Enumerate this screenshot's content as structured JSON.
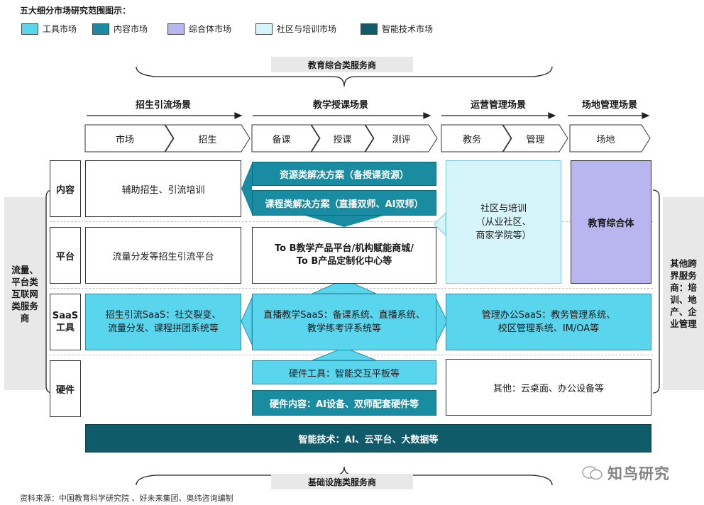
{
  "title": "五大细分市场研究范围图示：",
  "legend": [
    {
      "label": "工具市场",
      "color": "#5ad5ee"
    },
    {
      "label": "内容市场",
      "color": "#1a8ca1"
    },
    {
      "label": "综合体市场",
      "color": "#b8b5ef"
    },
    {
      "label": "社区与培训市场",
      "color": "#d6f5fb"
    },
    {
      "label": "智能技术市场",
      "color": "#0f5b6a"
    }
  ],
  "top_provider": "教育综合类服务商",
  "bottom_provider": "基础设施类服务商",
  "scenes": [
    "招生引流场景",
    "教学授课场景",
    "运营管理场景",
    "场地管理场景"
  ],
  "stages": [
    "市场",
    "招生",
    "备课",
    "授课",
    "测评",
    "教务",
    "管理",
    "场地"
  ],
  "rows": [
    "内容",
    "平台",
    "SaaS\n工具",
    "硬件"
  ],
  "cells": {
    "content_left": "辅助招生、引流培训",
    "content_res": "资源类解决方案（备授课资源）",
    "content_course": "课程类解决方案（直播双师、AI双师）",
    "community": "社区与培训\n（从业社区、\n商家学院等）",
    "complex": "教育综合体",
    "platform_left": "流量分发等招生引流平台",
    "platform_mid": "To B教学产品平台/机构赋能商城/\nTo B产品定制化中心等",
    "saas_left": "招生引流SaaS：社交裂变、\n流量分发、课程拼团系统等",
    "saas_mid": "直播教学SaaS：备课系统、直播系统、\n教学练考评系统等",
    "saas_right": "管理办公SaaS：教务管理系统、\n校区管理系统、IM/OA等",
    "hw_tool": "硬件工具：智能交互平板等",
    "hw_content": "硬件内容：AI设备、双师配套硬件等",
    "hw_other": "其他：云桌面、办公设备等",
    "tech": "智能技术：AI、云平台、大数据等"
  },
  "side_left": "流量、\n平台类\n互联网\n类服务\n商",
  "side_right": "其他跨\n界服务\n商：培\n训、地\n产、企\n业管理",
  "source": "资料来源：中国教育科学研究院 、好未来集团、奥纬咨询编制",
  "watermark": "知鸟研究"
}
